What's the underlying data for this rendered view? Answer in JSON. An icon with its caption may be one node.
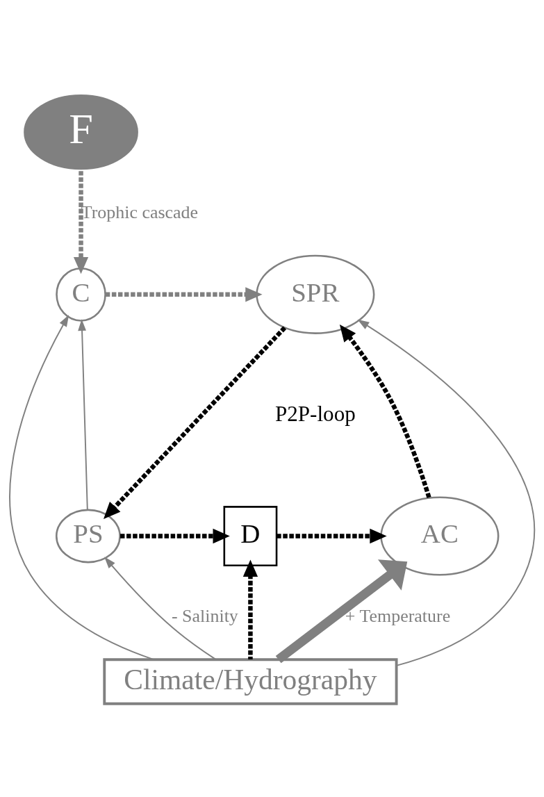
{
  "diagram": {
    "nodes": [
      {
        "text": [
          "F"
        ]
      },
      {
        "text": [
          "C"
        ]
      },
      {
        "text": [
          "SPR"
        ]
      },
      {
        "text": [
          "PS"
        ]
      },
      {
        "text": [
          "D"
        ]
      },
      {
        "text": [
          "AC"
        ]
      },
      {
        "text": [
          "Climate/Hydrography"
        ]
      }
    ],
    "edges": [
      {
        "from": 0,
        "to": 1,
        "arrow": "to",
        "style": "dashed",
        "label": "Trophic cascade"
      },
      {
        "from": 1,
        "to": 2,
        "arrow": "to",
        "style": "dashed"
      },
      {
        "from": 2,
        "to": 3,
        "arrow": "to",
        "style": "dashed",
        "color": "#000000"
      },
      {
        "from": 3,
        "to": 1,
        "arrow": "to"
      },
      {
        "from": 3,
        "to": 4,
        "arrow": "to",
        "style": "dashed",
        "color": "#000000"
      },
      {
        "from": 4,
        "to": 5,
        "arrow": "to",
        "style": "dashed",
        "color": "#000000"
      },
      {
        "from": 5,
        "to": 2,
        "arrow": "to",
        "style": "dashed",
        "color": "#000000"
      },
      {
        "from": 6,
        "to": 1,
        "arrow": "to"
      },
      {
        "from": 6,
        "to": 2,
        "arrow": "to"
      },
      {
        "from": 6,
        "to": 3,
        "arrow": "to",
        "label": "- Salinity"
      },
      {
        "from": 6,
        "to": 4,
        "arrow": "to",
        "style": "dashed",
        "color": "#000000"
      },
      {
        "from": 6,
        "to": 5,
        "arrow": "to",
        "style": "thick",
        "label": "+ Temperature"
      }
    ],
    "labels": [
      "P2P-loop"
    ]
  }
}
